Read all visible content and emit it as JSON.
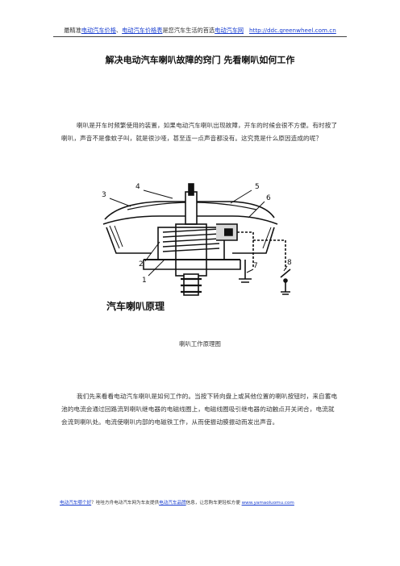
{
  "header": {
    "prefix": "最精准",
    "link1": "电动汽车价格",
    "sep": "、",
    "link2": "电动汽车价格表",
    "middle": "是您汽车生活的首选",
    "link3": "电动汽车网",
    "url": "http://ddc.greenwheel.com.cn"
  },
  "title": "解决电动汽车喇叭故障的窍门 先看喇叭如何工作",
  "paragraph1": "喇叭是开车时频繁使用的装置，如果电动汽车喇叭出现故障，开车的时候会很不方便。有时按了喇叭，声音不是像蚊子叫，就是很沙哑，甚至连一点声音都没有。这究竟是什么原因造成的呢？",
  "figure": {
    "label_text": "汽车喇叭原理",
    "numbers": [
      "1",
      "2",
      "3",
      "4",
      "5",
      "6",
      "7",
      "8"
    ]
  },
  "caption": "喇叭工作原理图",
  "paragraph2": "我们先来看看电动汽车喇叭是如何工作的。当按下转向盘上或其他位置的喇叭按钮时，来自蓄电池的电流会通过回路流到喇叭继电器的电磁线圈上，电磁线圈吸引继电器的动触点开关闭合，电流就会流到喇叭处。电流使喇叭内部的电磁铁工作，从而使振动膜振动而发出声音。",
  "footer": {
    "link1": "电动汽车哪个好",
    "middle1": "？哇哇方舟电动汽车网为车友提供",
    "link2": "电动汽车品牌",
    "middle2": "信息，让您购车更轻松方便",
    "url": "www.yamaoluomu.com"
  }
}
